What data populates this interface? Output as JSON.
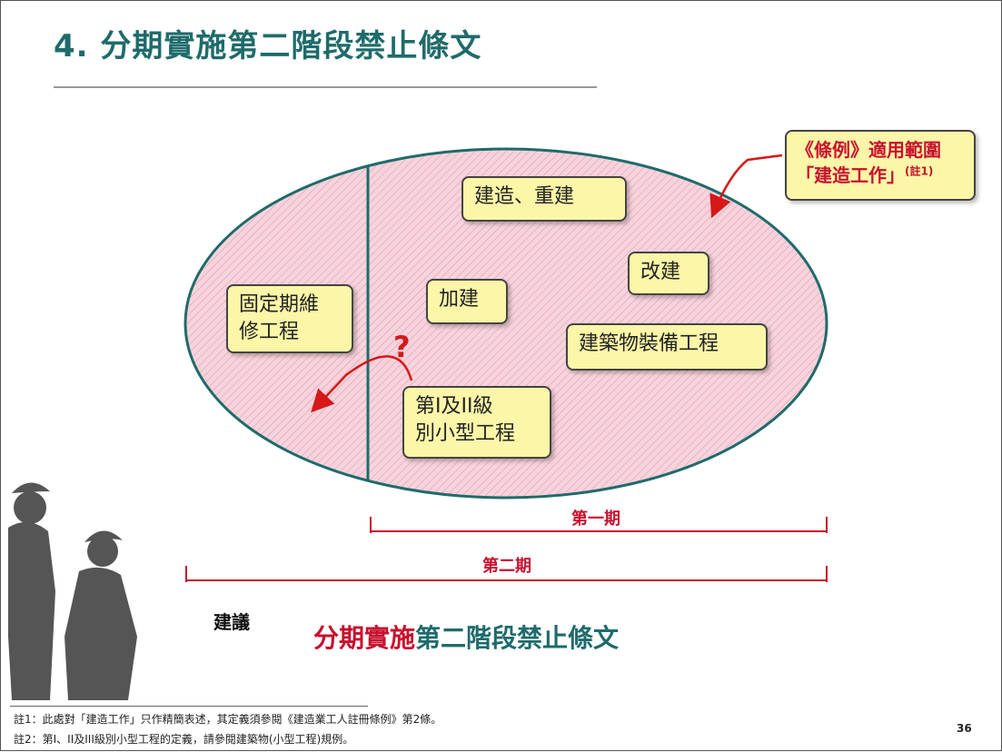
{
  "title": "4. 分期實施第二階段禁止條文",
  "callout": {
    "line1": "《條例》適用範圍",
    "line2": "「建造工作」",
    "note_ref": "(註1)"
  },
  "boxes": {
    "maintenance": [
      "固定期維",
      "修工程"
    ],
    "construction": "建造、重建",
    "alteration": "改建",
    "addition": "加建",
    "equipment": "建築物裝備工程",
    "minor_works": [
      "第I及II級",
      "別小型工程"
    ]
  },
  "question_mark": "?",
  "phases": {
    "phase1": "第一期",
    "phase2": "第二期"
  },
  "suggestion_label": "建議",
  "conclusion": {
    "part1": "分期實施",
    "part2": "第二階段禁止條文"
  },
  "footnotes": [
    "註1：此處對「建造工作」只作精簡表述，其定義須參閱《建造業工人註冊條例》第2條。",
    "註2：第I、II及III級別小型工程的定義，請參閱建築物(小型工程)規例。"
  ],
  "page_number": "36",
  "colors": {
    "title": "#1f6b6b",
    "accent_red": "#c8102e",
    "ellipse_fill": "#f7d3dc",
    "box_fill": "#fbf6a8"
  }
}
